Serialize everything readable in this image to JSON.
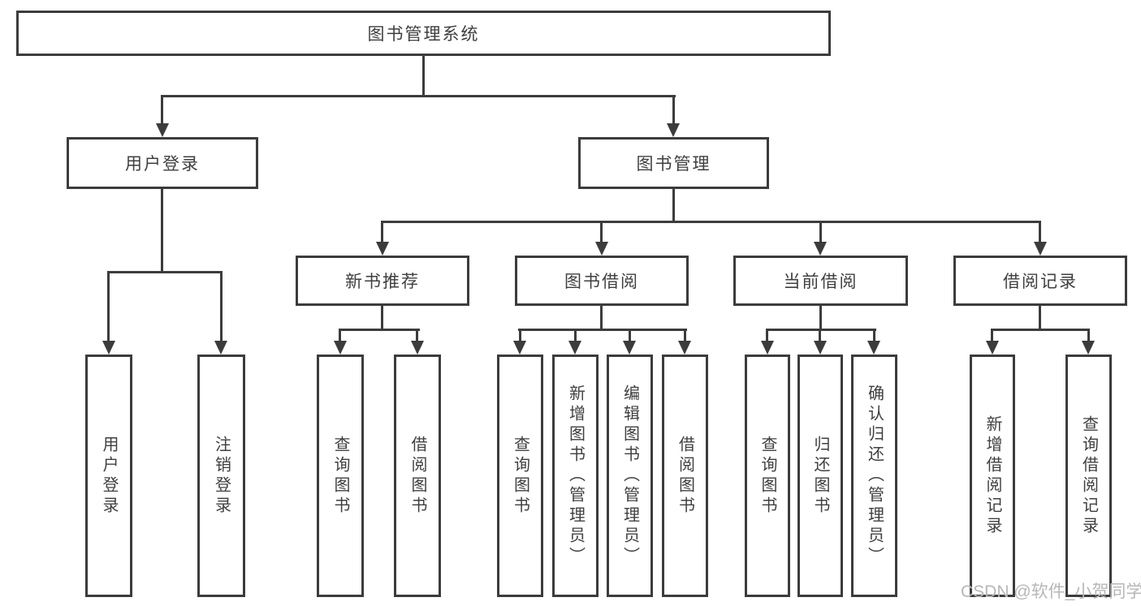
{
  "tree": {
    "root": "图书管理系统",
    "children": [
      {
        "label": "用户登录",
        "children": [
          "用户登录",
          "注销登录"
        ]
      },
      {
        "label": "图书管理",
        "children": [
          {
            "label": "新书推荐",
            "children": [
              "查询图书",
              "借阅图书"
            ]
          },
          {
            "label": "图书借阅",
            "children": [
              "查询图书",
              "新增图书（管理员）",
              "编辑图书（管理员）",
              "借阅图书"
            ]
          },
          {
            "label": "当前借阅",
            "children": [
              "查询图书",
              "归还图书",
              "确认归还（管理员）"
            ]
          },
          {
            "label": "借阅记录",
            "children": [
              "新增借阅记录",
              "查询借阅记录"
            ]
          }
        ]
      }
    ]
  },
  "watermark": "CSDN @软件_小贺同学",
  "colors": {
    "line": "#3c3c3c",
    "text": "#3f3f3f",
    "watermark": "#b7b7b7",
    "background": "#ffffff"
  }
}
